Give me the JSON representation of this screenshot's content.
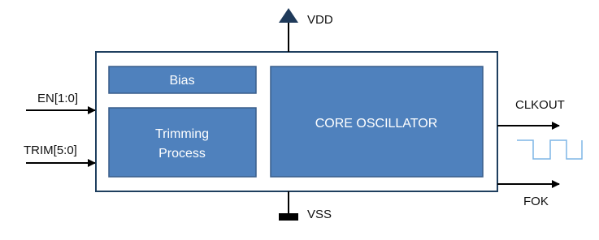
{
  "colors": {
    "outer_border": "#1f3f5f",
    "block_fill": "#4f81bd",
    "block_border": "#385d8a",
    "wire": "#000000",
    "waveform": "#7fb5e6"
  },
  "power": {
    "vdd_label": "VDD",
    "vss_label": "VSS"
  },
  "inputs": [
    {
      "label": "EN[1:0]"
    },
    {
      "label": "TRIM[5:0]"
    }
  ],
  "outputs": [
    {
      "label": "CLKOUT"
    },
    {
      "label": "FOK"
    }
  ],
  "blocks": {
    "bias": {
      "label": "Bias"
    },
    "trimming": {
      "line1": "Trimming",
      "line2": "Process"
    },
    "core": {
      "label": "CORE OSCILLATOR"
    }
  },
  "icons": [
    "vdd-arrow-icon",
    "vss-ground-icon",
    "square-wave-icon"
  ]
}
